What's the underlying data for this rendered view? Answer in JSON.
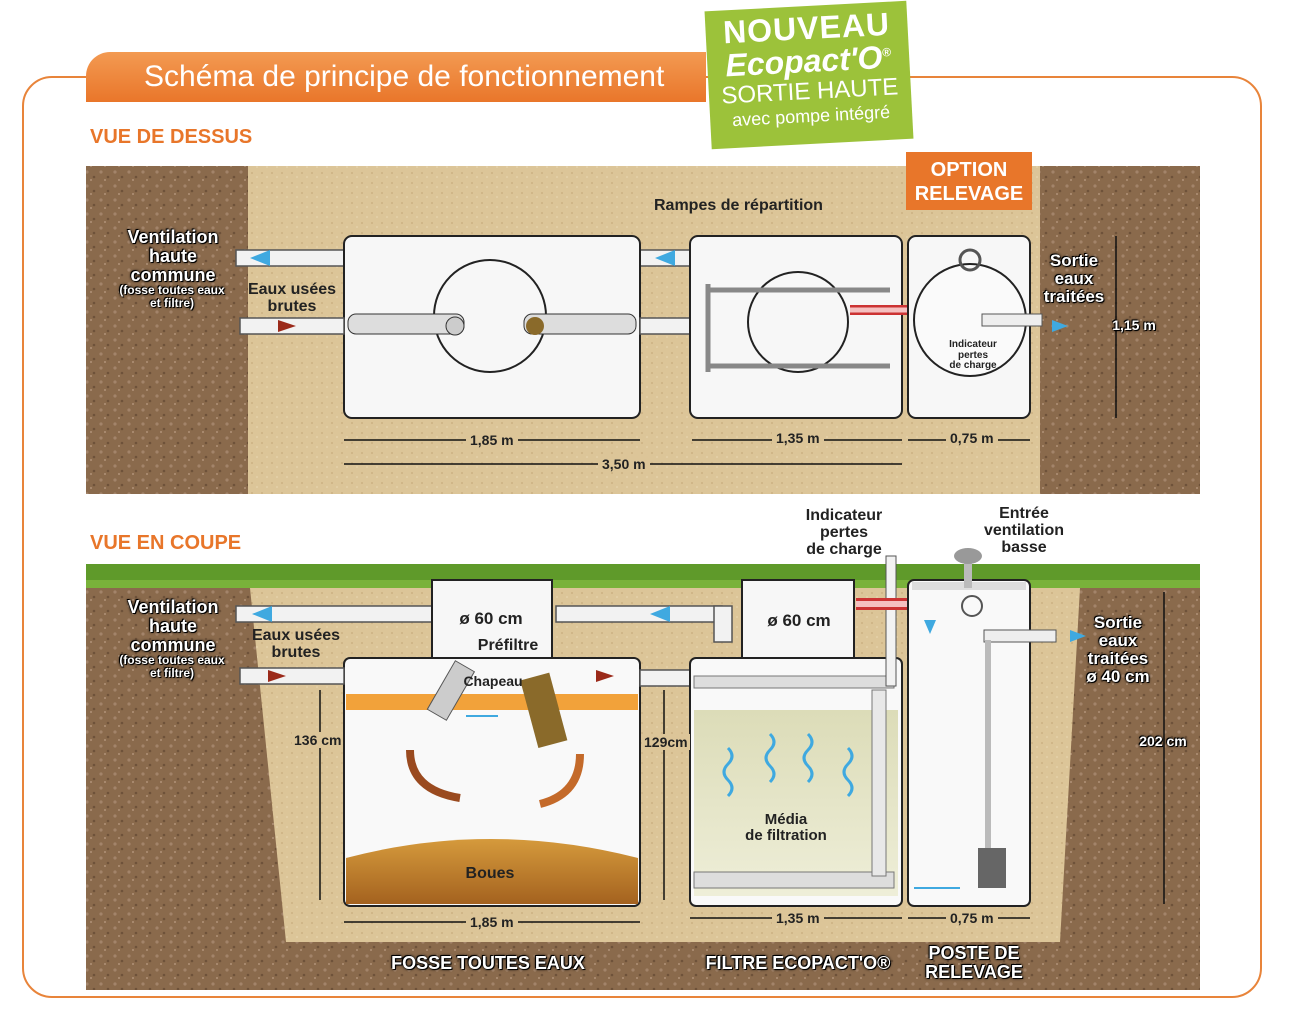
{
  "header": {
    "title": "Schéma de principe de fonctionnement",
    "badge_new": "NOUVEAU",
    "badge_brand": "Ecopact'O",
    "badge_reg": "®",
    "badge_sub": "SORTIE HAUTE",
    "badge_pump": "avec pompe intégré"
  },
  "top_view": {
    "section_title": "VUE DE DESSUS",
    "option_line1": "OPTION",
    "option_line2": "RELEVAGE",
    "rampes": "Rampes de répartition",
    "ventilation_l1": "Ventilation",
    "ventilation_l2": "haute",
    "ventilation_l3": "commune",
    "ventilation_note_l1": "(fosse toutes eaux",
    "ventilation_note_l2": "et filtre)",
    "eaux_l1": "Eaux usées",
    "eaux_l2": "brutes",
    "sortie_l1": "Sortie",
    "sortie_l2": "eaux",
    "sortie_l3": "traitées",
    "indicateur_l1": "Indicateur",
    "indicateur_l2": "pertes",
    "indicateur_l3": "de charge",
    "dim_width": "1,15 m",
    "dim_fosse": "1,85 m",
    "dim_filtre": "1,35 m",
    "dim_poste": "0,75 m",
    "dim_total": "3,50 m"
  },
  "section_view": {
    "section_title": "VUE EN COUPE",
    "indicateur_l1": "Indicateur",
    "indicateur_l2": "pertes",
    "indicateur_l3": "de charge",
    "entree_l1": "Entrée",
    "entree_l2": "ventilation",
    "entree_l3": "basse",
    "ventilation_l1": "Ventilation",
    "ventilation_l2": "haute",
    "ventilation_l3": "commune",
    "ventilation_note_l1": "(fosse toutes eaux",
    "ventilation_note_l2": "et filtre)",
    "eaux_l1": "Eaux usées",
    "eaux_l2": "brutes",
    "diam_fosse": "ø 60 cm",
    "prefiltre": "Préfiltre",
    "chapeau": "Chapeau",
    "diam_filtre": "ø 60 cm",
    "sortie_l1": "Sortie",
    "sortie_l2": "eaux",
    "sortie_l3": "traitées",
    "sortie_l4": "ø 40 cm",
    "h_fosse": "136 cm",
    "h_filtre": "129cm",
    "h_poste": "202 cm",
    "media_l1": "Média",
    "media_l2": "de filtration",
    "boues": "Boues",
    "dim_fosse": "1,85 m",
    "dim_filtre": "1,35 m",
    "dim_poste": "0,75 m",
    "name_fosse": "FOSSE TOUTES EAUX",
    "name_filtre": "FILTRE ECOPACT'O®",
    "name_poste_l1": "POSTE DE",
    "name_poste_l2": "RELEVAGE"
  },
  "colors": {
    "accent": "#e8762a",
    "badge_green": "#9cc23a",
    "soil_brown": "#8a6a4c",
    "sand": "#dcc598",
    "water_blue": "#3fa9e0",
    "sludge": "#b7772a"
  }
}
